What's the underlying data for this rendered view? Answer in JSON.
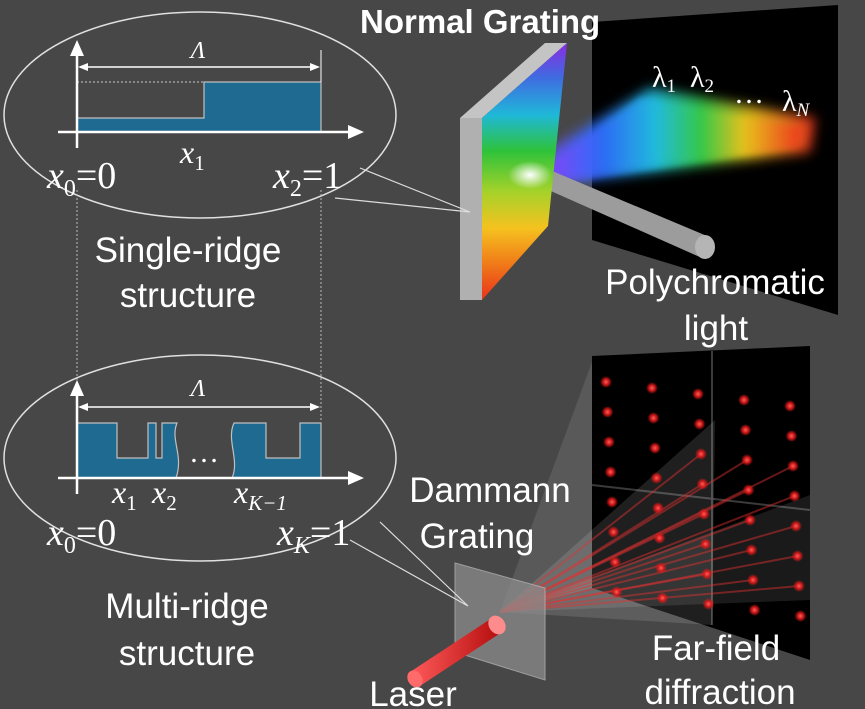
{
  "colors": {
    "background": "#474747",
    "profile_fill": "#1f6a91",
    "laser": "#e32020",
    "grating_frame": "#9a9a9a"
  },
  "single_ridge": {
    "period": "Λ",
    "x0": "x",
    "x0_sub": "0",
    "x0_val": "=0",
    "x1": "x",
    "x1_sub": "1",
    "x2": "x",
    "x2_sub": "2",
    "x2_val": "=1",
    "title_line1": "Single-ridge",
    "title_line2": "structure"
  },
  "multi_ridge": {
    "period": "Λ",
    "dots": "…",
    "x1": "x",
    "x1_sub": "1",
    "x2": "x",
    "x2_sub": "2",
    "xk1": "x",
    "xk1_sub": "K−1",
    "x0": "x",
    "x0_sub": "0",
    "x0_val": "=0",
    "xk": "x",
    "xk_sub": "K",
    "xk_val": "=1",
    "title_line1": "Multi-ridge",
    "title_line2": "structure"
  },
  "normal_grating": {
    "title": "Normal Grating",
    "lambda1": "λ",
    "lambda1_sub": "1",
    "lambda2": "λ",
    "lambda2_sub": "2",
    "dots": "…",
    "lambdaN": "λ",
    "lambdaN_sub": "N",
    "source_line1": "Polychromatic",
    "source_line2": "light"
  },
  "dammann_grating": {
    "title_line1": "Dammann",
    "title_line2": "Grating",
    "source": "Laser",
    "output_line1": "Far-field",
    "output_line2": "diffraction"
  }
}
